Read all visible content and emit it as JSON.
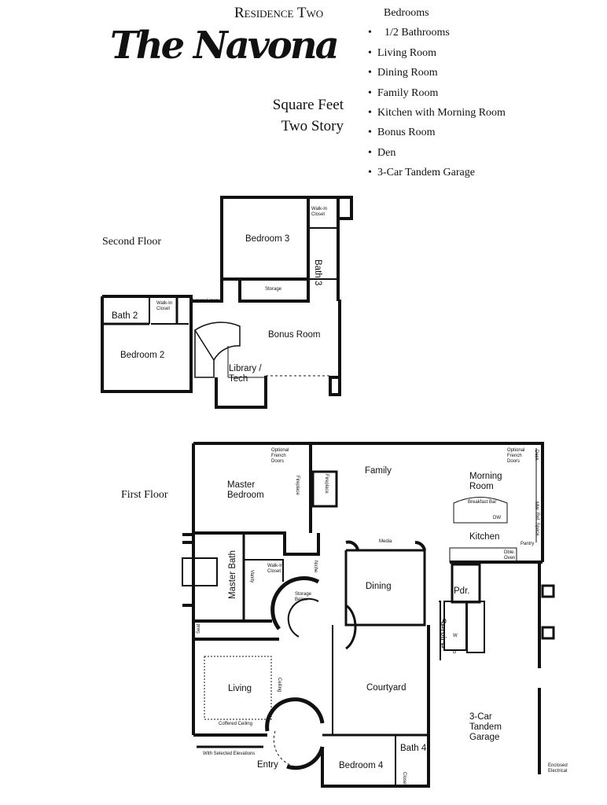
{
  "header": {
    "residence": "Residence Two",
    "title": "The Navona",
    "square_feet": "Square Feet",
    "stories": "Two Story"
  },
  "features": [
    "Bedrooms",
    "1/2 Bathrooms",
    "Living Room",
    "Dining Room",
    "Family Room",
    "Kitchen with Morning Room",
    "Bonus Room",
    "Den",
    "3-Car Tandem Garage"
  ],
  "second_floor": {
    "label": "Second Floor",
    "rooms": {
      "bedroom3": "Bedroom 3",
      "walkin_closet_3": "Walk-In Closet",
      "bath3": "Bath 3",
      "storage": "Storage",
      "lower_linen": "Lower Linen",
      "bath2": "Bath 2",
      "walkin_closet_2": "Walk-In Closet",
      "bonus": "Bonus Room",
      "bedroom2": "Bedroom 2",
      "library": "Library /",
      "library2": "Tech"
    }
  },
  "first_floor": {
    "label": "First Floor",
    "rooms": {
      "master_bedroom": "Master",
      "master_bedroom2": "Bedroom",
      "french_doors_1": "Optional French Doors",
      "fireplace_1": "Fireplace",
      "fireplace_2": "Fireplace",
      "family": "Family",
      "morning": "Morning",
      "morning2": "Room",
      "french_doors_2": "Optional French Doors",
      "desk": "Desk",
      "mw": "MW",
      "ref_space": "Ref. Space",
      "breakfast_bar": "Breakfast Bar",
      "dw": "DW",
      "kitchen": "Kitchen",
      "pantry": "Pantry",
      "oven": "Dble. Oven",
      "master_bath": "Master Bath",
      "vanity": "Vanity",
      "walkin_closet": "Walk-In Closet",
      "niche": "Niche",
      "storage_below": "Storage Below",
      "media": "Media",
      "dining": "Dining",
      "powder": "Pdr.",
      "service": "Service",
      "washer": "W",
      "dryer": "D",
      "seat": "Seat",
      "living": "Living",
      "ceiling": "Ceiling",
      "coffered": "Coffered Ceiling",
      "elevations": "With Selected Elevations",
      "courtyard": "Courtyard",
      "entry": "Entry",
      "bedroom4": "Bedroom 4",
      "bath4": "Bath 4",
      "closet": "Closet",
      "garage": "3-Car",
      "garage2": "Tandem",
      "garage3": "Garage",
      "enclosed": "Enclosed",
      "enclosed2": "Electrical"
    }
  }
}
